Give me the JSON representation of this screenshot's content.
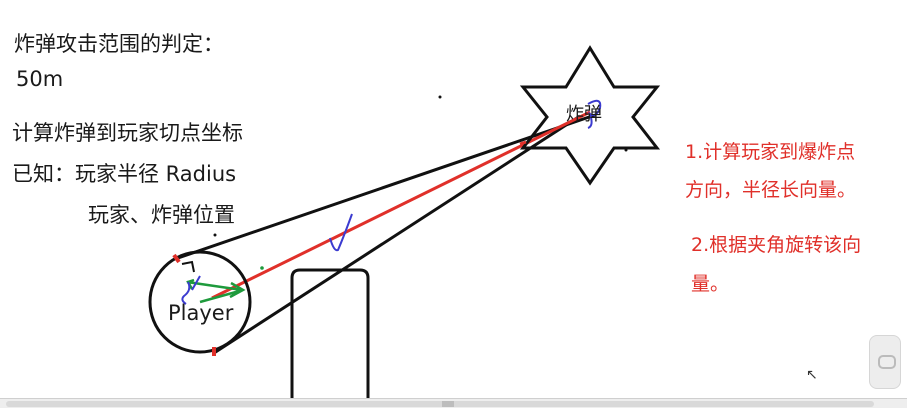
{
  "notes": {
    "title": "炸弹攻击范围的判定：",
    "range": "50m",
    "task": "计算炸弹到玩家切点坐标",
    "known_line1": "已知：玩家半径 Radius",
    "known_line2": "玩家、炸弹位置"
  },
  "labels": {
    "bomb": "炸弹",
    "player": "Player"
  },
  "steps": {
    "step1_line1": "1.计算玩家到爆炸点",
    "step1_line2": "方向，半径长向量。",
    "step2_line1": "2.根据夹角旋转该向",
    "step2_line2": "量。"
  },
  "colors": {
    "ink": "#111111",
    "red": "#e0302a",
    "green": "#1e9a3c",
    "blue": "#3b3bd0"
  }
}
